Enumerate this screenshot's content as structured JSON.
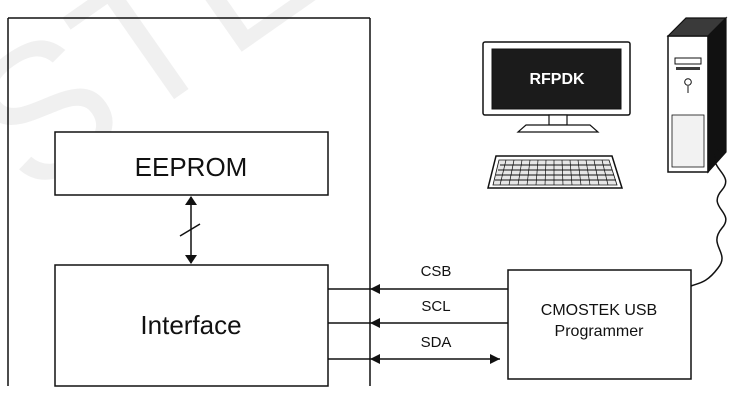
{
  "watermark": {
    "text": "STEP"
  },
  "blocks": {
    "eeprom": {
      "label": "EEPROM"
    },
    "interface": {
      "label": "Interface"
    },
    "programmer": {
      "line1": "CMOSTEK USB",
      "line2": "Programmer"
    }
  },
  "signals": {
    "csb": "CSB",
    "scl": "SCL",
    "sda": "SDA"
  },
  "monitor": {
    "screen_text": "RFPDK"
  },
  "colors": {
    "line": "#111111",
    "screen": "#1b1b1b",
    "watermark": "#d9d9d9"
  },
  "icons": {
    "computer": "desktop-computer-icon",
    "monitor": "monitor-icon",
    "keyboard": "keyboard-icon",
    "tower": "pc-tower-icon",
    "cable": "usb-cable-icon"
  }
}
